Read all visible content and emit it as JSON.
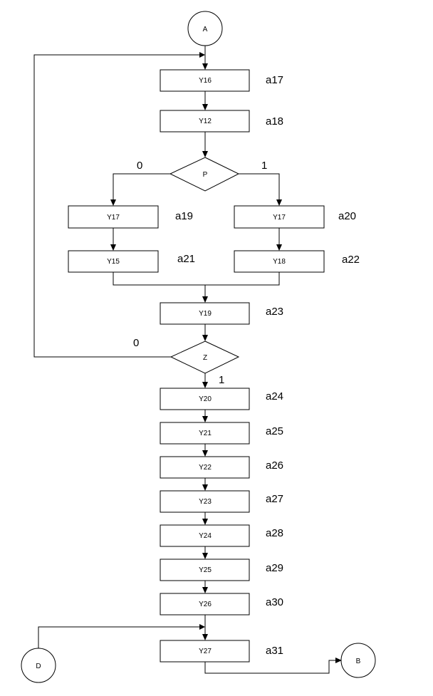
{
  "connectors": {
    "A": "A",
    "B": "B",
    "D": "D"
  },
  "blocks": {
    "y16": "Y16",
    "y12": "Y12",
    "y17_left": "Y17",
    "y17_right": "Y17",
    "y15": "Y15",
    "y18": "Y18",
    "y19": "Y19",
    "y20": "Y20",
    "y21": "Y21",
    "y22": "Y22",
    "y23": "Y23",
    "y24": "Y24",
    "y25": "Y25",
    "y26": "Y26",
    "y27": "Y27"
  },
  "decisions": {
    "p": "P",
    "z": "Z"
  },
  "states": {
    "a17": "a17",
    "a18": "a18",
    "a19": "a19",
    "a20": "a20",
    "a21": "a21",
    "a22": "a22",
    "a23": "a23",
    "a24": "a24",
    "a25": "a25",
    "a26": "a26",
    "a27": "a27",
    "a28": "a28",
    "a29": "a29",
    "a30": "a30",
    "a31": "a31"
  },
  "branch_labels": {
    "p_false": "0",
    "p_true": "1",
    "z_false": "0",
    "z_true": "1"
  }
}
